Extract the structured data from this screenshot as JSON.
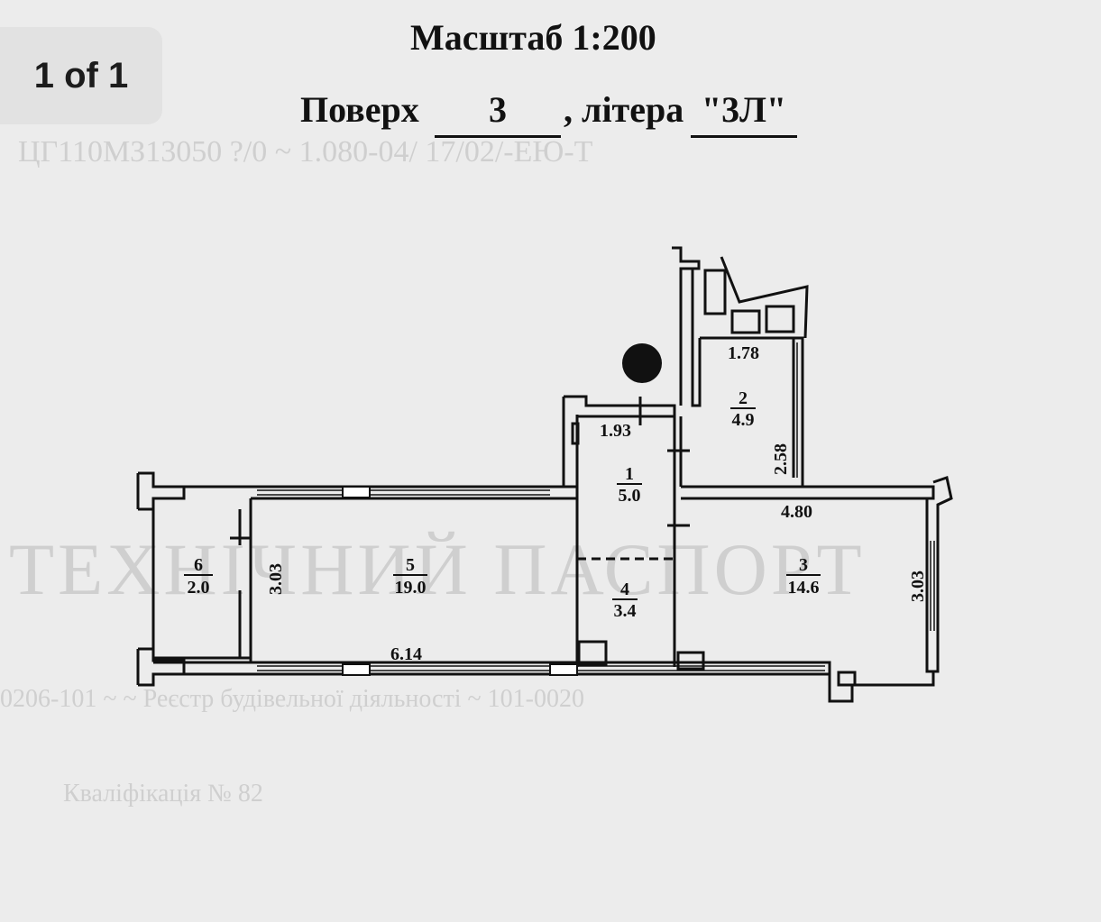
{
  "viewer": {
    "page_counter": "1 of 1"
  },
  "header": {
    "scale_label": "Масштаб 1:200",
    "floor_label": "Поверх",
    "floor_value": "3",
    "letter_label": ", літера",
    "letter_value": "\"3Л\""
  },
  "rooms": [
    {
      "id": "room-1",
      "number": "1",
      "area": "5.0"
    },
    {
      "id": "room-2",
      "number": "2",
      "area": "4.9"
    },
    {
      "id": "room-3",
      "number": "3",
      "area": "14.6"
    },
    {
      "id": "room-4",
      "number": "4",
      "area": "3.4"
    },
    {
      "id": "room-5",
      "number": "5",
      "area": "19.0"
    },
    {
      "id": "room-6",
      "number": "6",
      "area": "2.0"
    }
  ],
  "dimensions": {
    "d_178": "1.78",
    "d_193": "1.93",
    "d_258": "2.58",
    "d_480": "4.80",
    "d_303_left": "3.03",
    "d_303_right": "3.03",
    "d_614": "6.14"
  },
  "colors": {
    "paper": "#ececec",
    "ink": "#111111",
    "watermark": "#cfcfcf"
  }
}
